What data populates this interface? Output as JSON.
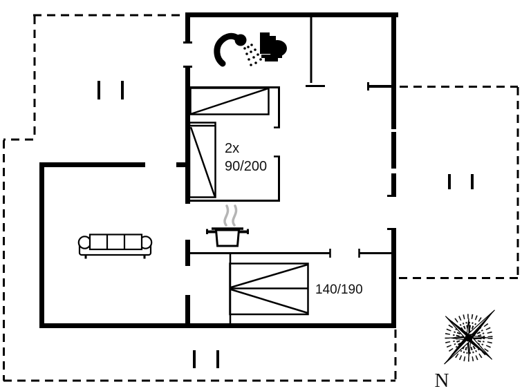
{
  "plan": {
    "bedroom_children": {
      "count_label": "2x",
      "size_label": "90/200"
    },
    "bedroom_master": {
      "size_label": "140/190"
    },
    "compass": {
      "north_label": "N"
    }
  },
  "icons": {
    "shower": "shower-icon",
    "toilet": "toilet-icon",
    "stove_pot": "pot-with-steam-icon",
    "sofa": "sofa-icon",
    "compass_rose": "compass-rose-icon",
    "terrace_posts": "terrace-post-marks"
  },
  "colors": {
    "line": "#000000",
    "steam_gray": "#b5b5b5",
    "background": "#ffffff"
  }
}
